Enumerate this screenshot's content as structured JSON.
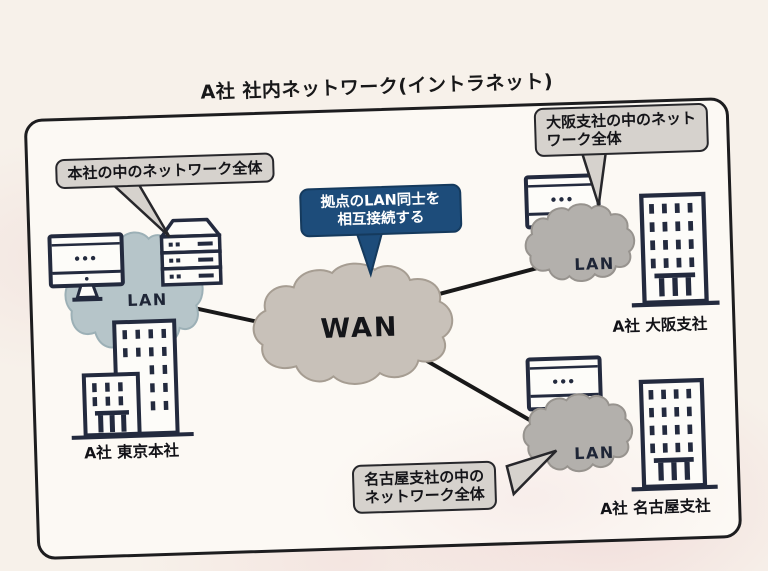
{
  "title": "A社 社内ネットワーク(イントラネット)",
  "wan": {
    "label": "WAN",
    "callout_line1": "拠点のLAN同士を",
    "callout_line2": "相互接続する"
  },
  "sites": {
    "tokyo": {
      "lan_label": "LAN",
      "building_label": "A社 東京本社",
      "callout": "本社の中のネットワーク全体"
    },
    "osaka": {
      "lan_label": "LAN",
      "building_label": "A社 大阪支社",
      "callout_line1": "大阪支社の中のネット",
      "callout_line2": "ワーク全体"
    },
    "nagoya": {
      "lan_label": "LAN",
      "building_label": "A社 名古屋支社",
      "callout_line1": "名古屋支社の中の",
      "callout_line2": "ネットワーク全体"
    }
  },
  "icons": {
    "computer": "desktop-computer-icon",
    "server": "server-rack-icon",
    "building": "office-building-icon",
    "cloud": "network-cloud-shape"
  },
  "colors": {
    "wan_cloud": "#c8c1b9",
    "hq_lan_cloud": "#b6c5c9",
    "branch_lan_cloud": "#b3b0ac",
    "callout_bg": "#d6d2cd",
    "callout_blue": "#1d4c7a",
    "outline_ink": "#232a3e",
    "frame_border": "#1d1d1f"
  }
}
